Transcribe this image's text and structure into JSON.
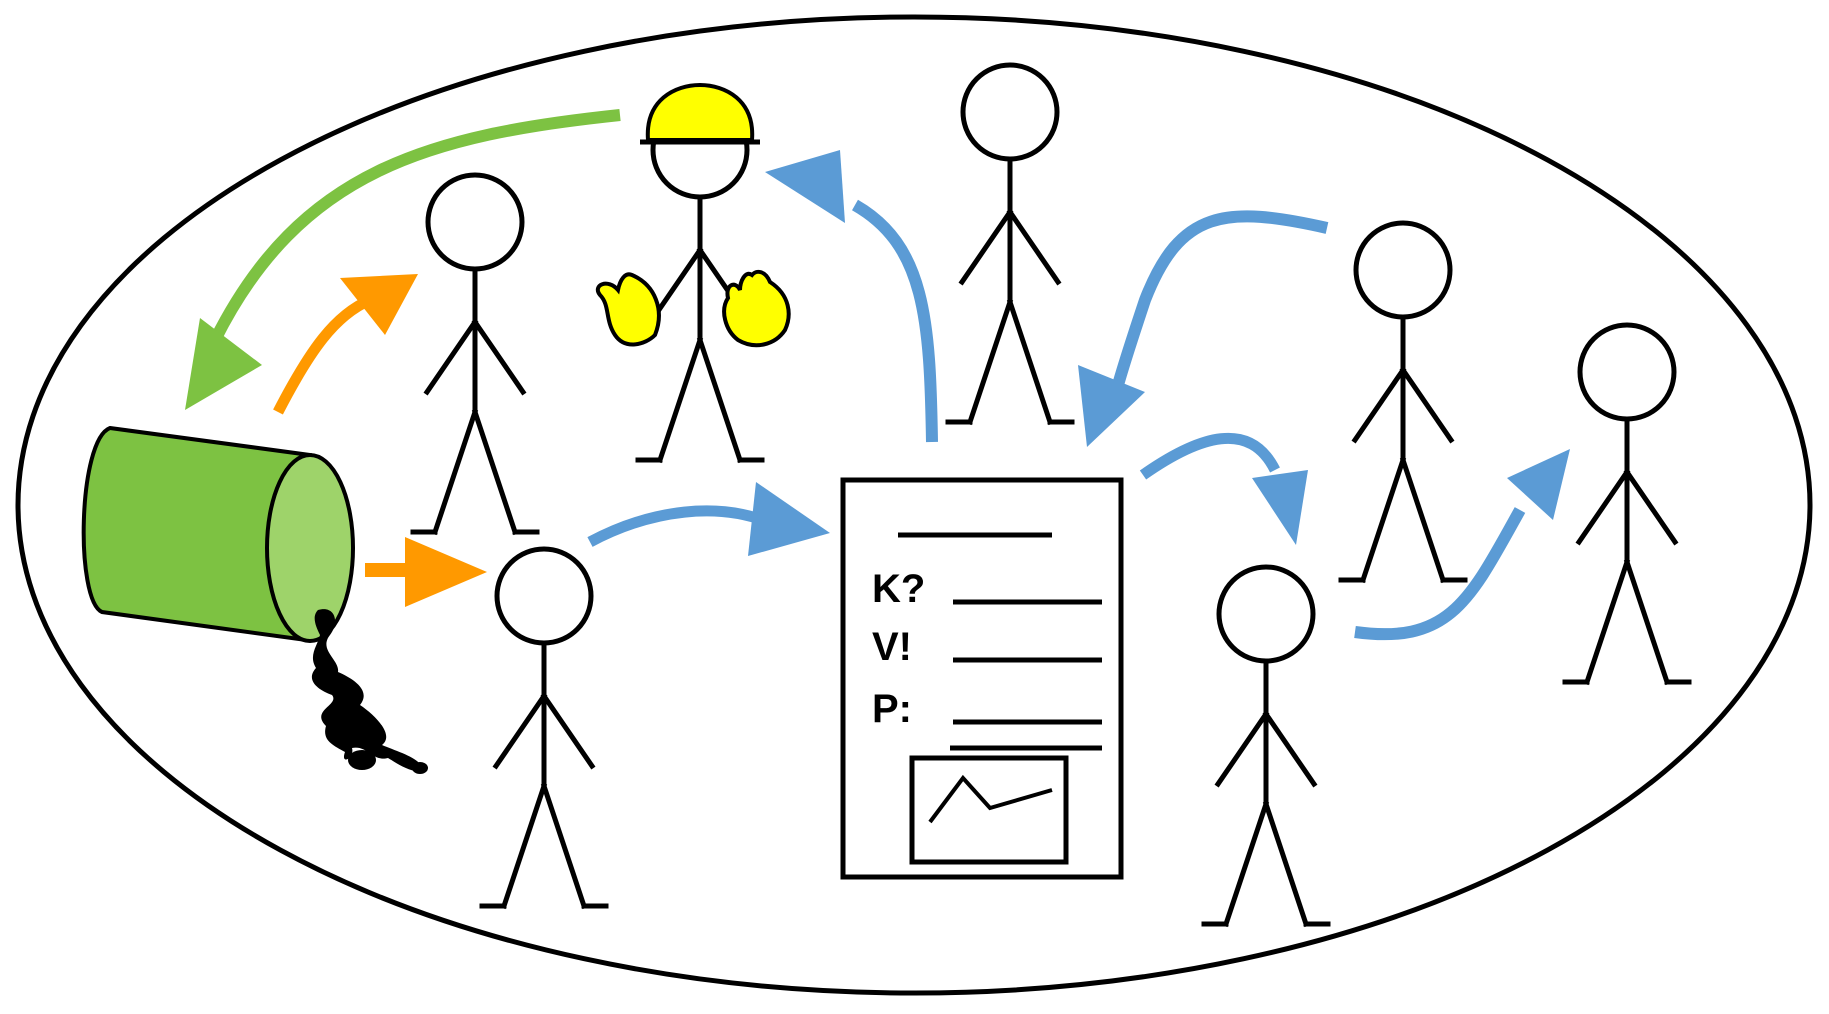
{
  "colors": {
    "outline": "#000000",
    "background": "#ffffff",
    "barrel_body": "#7dc242",
    "barrel_end": "#9ed36a",
    "spill": "#000000",
    "safety_gear": "#ffff00",
    "arrow_green": "#7dc242",
    "arrow_orange": "#ff9900",
    "arrow_blue": "#5b9bd5"
  },
  "icons": {
    "container": "ellipse-boundary-icon",
    "barrel": "leaking-barrel-icon",
    "spill": "chemical-spill-icon",
    "hard_hat": "hard-hat-icon",
    "gloves": "safety-gloves-icon",
    "document": "safety-data-sheet-icon",
    "document_chart": "line-chart-icon",
    "person": "stick-figure-icon"
  },
  "document": {
    "field_k": "K?",
    "field_v": "V!",
    "field_p": "P:"
  }
}
